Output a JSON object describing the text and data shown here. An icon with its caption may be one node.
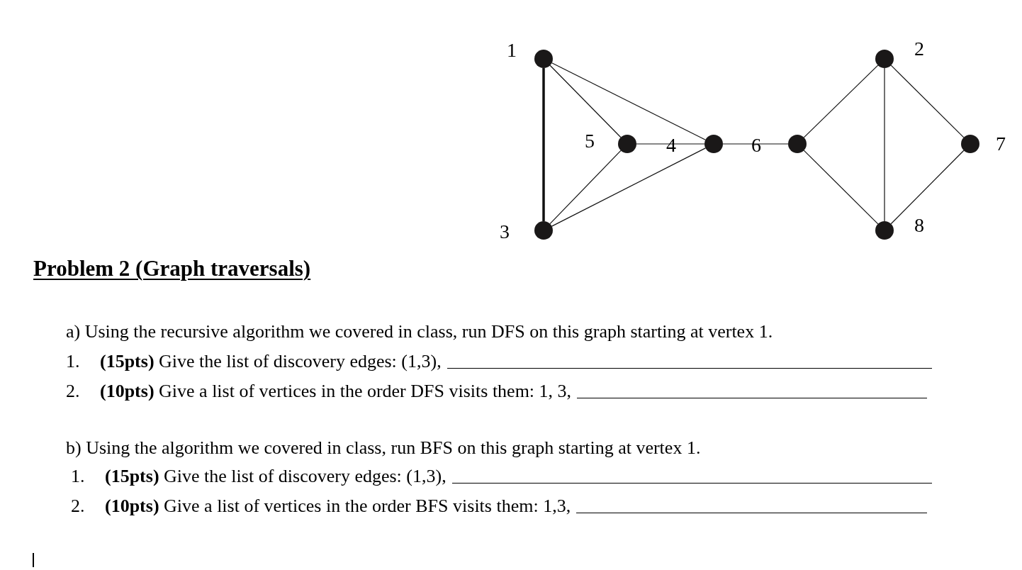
{
  "diagram": {
    "title": "Problem 2 (Graph traversals)",
    "nodes": [
      {
        "text": [],
        "shape": "circle",
        "beside": [
          "1"
        ]
      },
      {
        "text": [],
        "shape": "circle",
        "beside": [
          "2"
        ]
      },
      {
        "text": [],
        "shape": "circle",
        "beside": [
          "5"
        ]
      },
      {
        "text": [],
        "shape": "circle",
        "beside": [
          "4"
        ]
      },
      {
        "text": [],
        "shape": "circle",
        "beside": [
          "6"
        ]
      },
      {
        "text": [],
        "shape": "circle",
        "beside": [
          "7"
        ]
      },
      {
        "text": [],
        "shape": "circle",
        "beside": [
          "3"
        ]
      },
      {
        "text": [],
        "shape": "circle",
        "beside": [
          "8"
        ]
      }
    ],
    "edges": [
      {
        "from": 0,
        "to": 6,
        "arrow": "none",
        "style": "thick"
      },
      {
        "from": 0,
        "to": 2,
        "arrow": "none"
      },
      {
        "from": 0,
        "to": 3,
        "arrow": "none"
      },
      {
        "from": 2,
        "to": 3,
        "arrow": "none"
      },
      {
        "from": 2,
        "to": 6,
        "arrow": "none"
      },
      {
        "from": 3,
        "to": 6,
        "arrow": "none"
      },
      {
        "from": 3,
        "to": 4,
        "arrow": "none"
      },
      {
        "from": 4,
        "to": 1,
        "arrow": "none"
      },
      {
        "from": 4,
        "to": 7,
        "arrow": "none"
      },
      {
        "from": 1,
        "to": 7,
        "arrow": "none"
      },
      {
        "from": 1,
        "to": 5,
        "arrow": "none"
      },
      {
        "from": 5,
        "to": 7,
        "arrow": "none"
      }
    ],
    "labels": [
      "a) Using the recursive algorithm we covered in class, run DFS on this graph starting at vertex 1.",
      "1.",
      "**(15pts)** Give the list of discovery edges: (1,3),",
      "2.",
      "**(10pts)** Give a list of vertices in the order DFS visits them: 1, 3,",
      "b) Using the algorithm we covered in class, run BFS on this graph starting at vertex 1.",
      "1.",
      "**(15pts)** Give the list of discovery edges: (1,3),",
      "2.",
      "**(10pts)** Give a list of vertices in the order BFS visits them: 1,3,"
    ]
  }
}
